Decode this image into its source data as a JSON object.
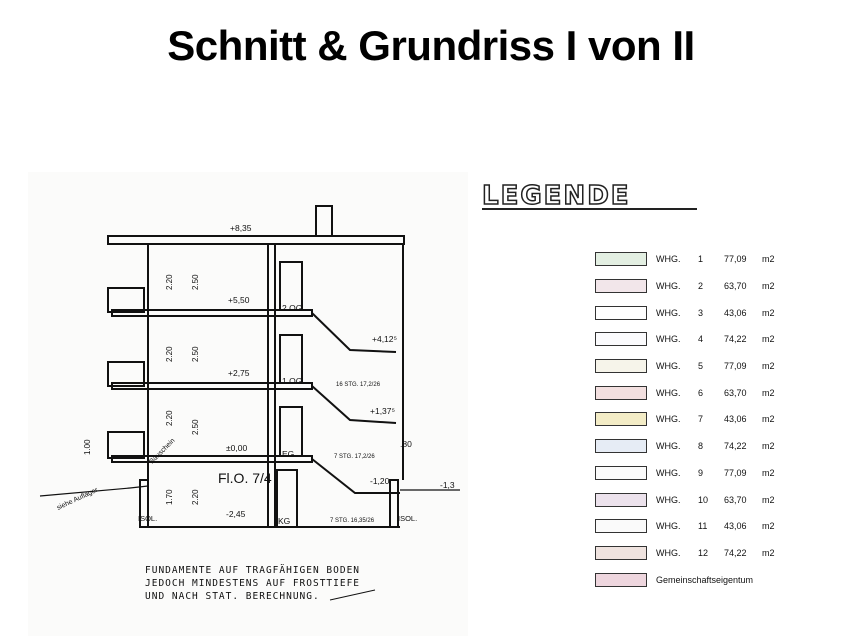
{
  "title": "Schnitt & Grundriss  I von II",
  "legend": {
    "heading": "LEGENDE",
    "items": [
      {
        "label": "WHG.",
        "no": "1",
        "area": "77,09",
        "unit": "m2",
        "color": "#e3efe2"
      },
      {
        "label": "WHG.",
        "no": "2",
        "area": "63,70",
        "unit": "m2",
        "color": "#f2e6ea"
      },
      {
        "label": "WHG.",
        "no": "3",
        "area": "43,06",
        "unit": "m2",
        "color": "#ffffff"
      },
      {
        "label": "WHG.",
        "no": "4",
        "area": "74,22",
        "unit": "m2",
        "color": "#fbfbfd"
      },
      {
        "label": "WHG.",
        "no": "5",
        "area": "77,09",
        "unit": "m2",
        "color": "#f6f4ea"
      },
      {
        "label": "WHG.",
        "no": "6",
        "area": "63,70",
        "unit": "m2",
        "color": "#f3e0e0"
      },
      {
        "label": "WHG.",
        "no": "7",
        "area": "43,06",
        "unit": "m2",
        "color": "#f3ecc6"
      },
      {
        "label": "WHG.",
        "no": "8",
        "area": "74,22",
        "unit": "m2",
        "color": "#e6ecf5"
      },
      {
        "label": "WHG.",
        "no": "9",
        "area": "77,09",
        "unit": "m2",
        "color": "#fbfbfb"
      },
      {
        "label": "WHG.",
        "no": "10",
        "area": "63,70",
        "unit": "m2",
        "color": "#ece2ec"
      },
      {
        "label": "WHG.",
        "no": "11",
        "area": "43,06",
        "unit": "m2",
        "color": "#fafafa"
      },
      {
        "label": "WHG.",
        "no": "12",
        "area": "74,22",
        "unit": "m2",
        "color": "#efe3df"
      }
    ],
    "common": {
      "label": "Gemeinschaftseigentum",
      "color": "#eed6de"
    }
  },
  "drawing": {
    "levels": [
      "+8,35",
      "+5,50",
      "+2,75",
      "±0,00",
      "-2,45",
      "+4,12⁵",
      "+1,37⁵",
      "-1,20",
      "-1,3"
    ],
    "floors": [
      "2.OG",
      "1.OG",
      "EG",
      "KG"
    ],
    "stairs": [
      "16 STG. 17,2/26",
      "7 STG. 17,2/26",
      "7 STG. 16,35/26"
    ],
    "dims": [
      "2.20",
      "2.50",
      "2.20",
      "2.50",
      "2.20",
      "2.50",
      "1.70",
      "2.20",
      "1.00",
      ".80"
    ],
    "labels": [
      "ISOL.",
      "ISOL.",
      "Bauschein",
      "siehe Auflager"
    ],
    "handwriting": "Fl.O. 7/4",
    "note": [
      "FUNDAMENTE AUF TRAGFÄHIGEN BODEN",
      "JEDOCH MINDESTENS AUF FROSTTIEFE",
      "UND NACH STAT. BERECHNUNG."
    ]
  }
}
